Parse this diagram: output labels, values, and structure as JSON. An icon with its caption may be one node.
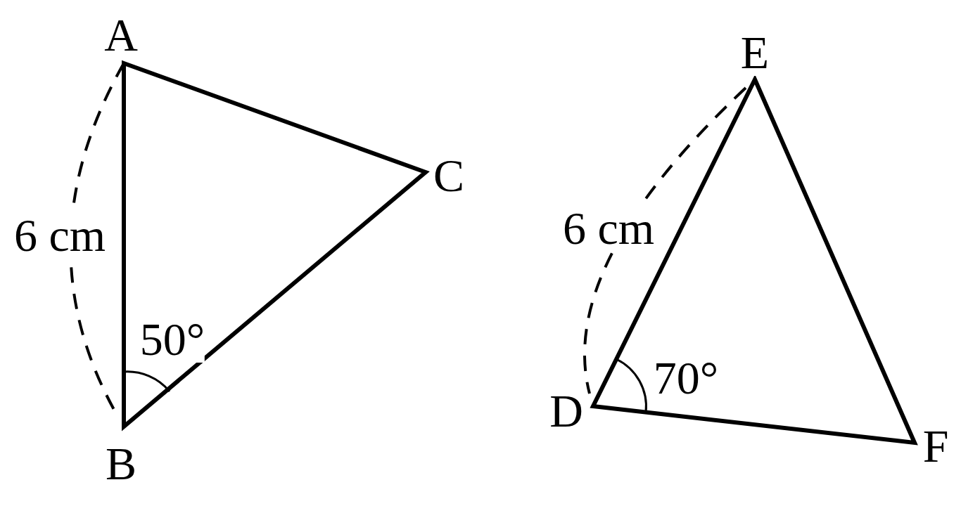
{
  "diagram": {
    "labels": [
      "A",
      "C",
      "6 cm",
      "50°",
      "B",
      "E",
      "6 cm",
      "70°",
      "D",
      "F"
    ]
  }
}
